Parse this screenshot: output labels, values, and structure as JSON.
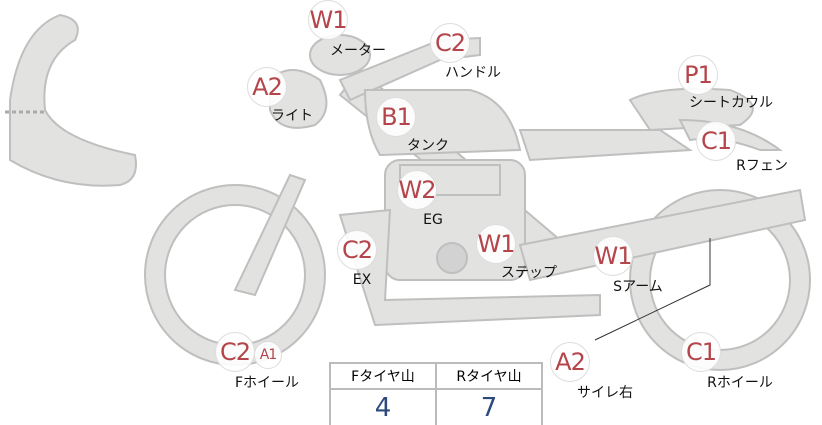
{
  "parts": [
    {
      "code": "W1",
      "label": "メーター"
    },
    {
      "code": "C2",
      "label": "ハンドル"
    },
    {
      "code": "A2",
      "label": "ライト"
    },
    {
      "code": "B1",
      "label": "タンク"
    },
    {
      "code": "P1",
      "label": "シートカウル"
    },
    {
      "code": "C1",
      "label": "Rフェン"
    },
    {
      "code": "W2",
      "label": "EG"
    },
    {
      "code": "C2",
      "label": "EX"
    },
    {
      "code": "W1",
      "label": "ステップ"
    },
    {
      "code": "W1",
      "label": "Sアーム"
    },
    {
      "code": "C2",
      "code2": "A1",
      "label": "Fホイール"
    },
    {
      "code": "A2",
      "label": "サイレ右"
    },
    {
      "code": "C1",
      "label": "Rホイール"
    }
  ],
  "tread": {
    "headers": [
      "Fタイヤ山",
      "Rタイヤ山"
    ],
    "values": [
      "4",
      "7"
    ]
  },
  "colors": {
    "badge_text": "#b4454a",
    "value_text": "#2c4a7c",
    "part_fill": "#e2e2e0"
  }
}
